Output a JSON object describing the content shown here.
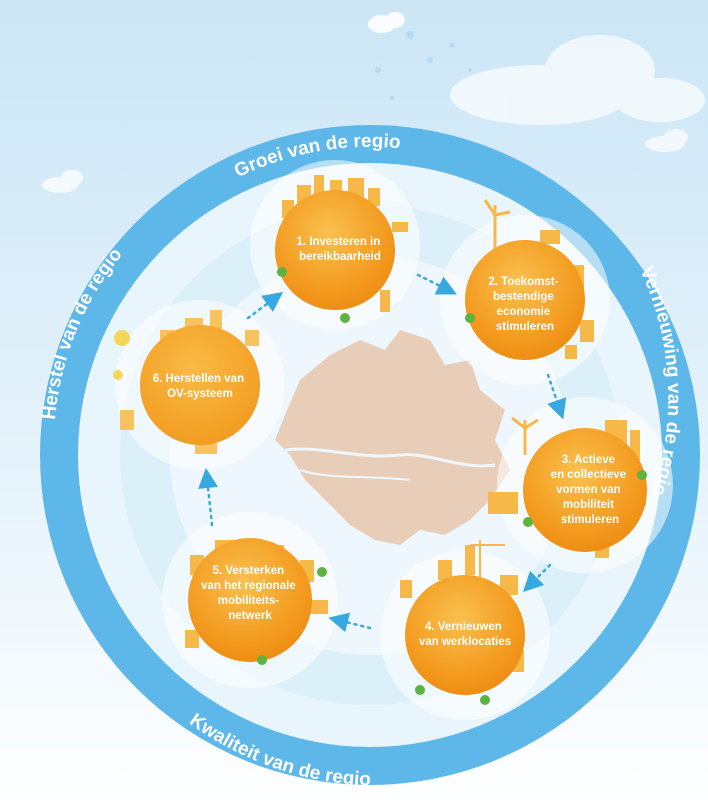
{
  "ring_labels": {
    "top": "Groei van de regio",
    "right": "Vernieuwing van de regio",
    "bottom": "Kwaliteit van de regio",
    "left": "Herstel van de regio"
  },
  "steps": [
    {
      "lines": [
        "1.  Investeren in",
        "bereikbaarheid"
      ]
    },
    {
      "lines": [
        "2. Toekomst-",
        "bestendige",
        "economie",
        "stimuleren"
      ]
    },
    {
      "lines": [
        "3. Actieve",
        "en collectieve",
        "vormen van",
        "mobiliteit",
        "stimuleren"
      ]
    },
    {
      "lines": [
        "4. Vernieuwen",
        "van werklocaties"
      ]
    },
    {
      "lines": [
        "5. Versterken",
        "van het regionale",
        "mobiliteits-",
        "netwerk"
      ]
    },
    {
      "lines": [
        "6. Herstellen van",
        "OV-systeem"
      ]
    }
  ],
  "colors": {
    "sky": "#d9eef9",
    "ring": "#5db7e8",
    "inner": "#e9f5fc",
    "node_orange": "#f39a1e",
    "node_light": "#f8c25f",
    "map": "#e8c9b0",
    "arrow": "#38a8e0"
  }
}
